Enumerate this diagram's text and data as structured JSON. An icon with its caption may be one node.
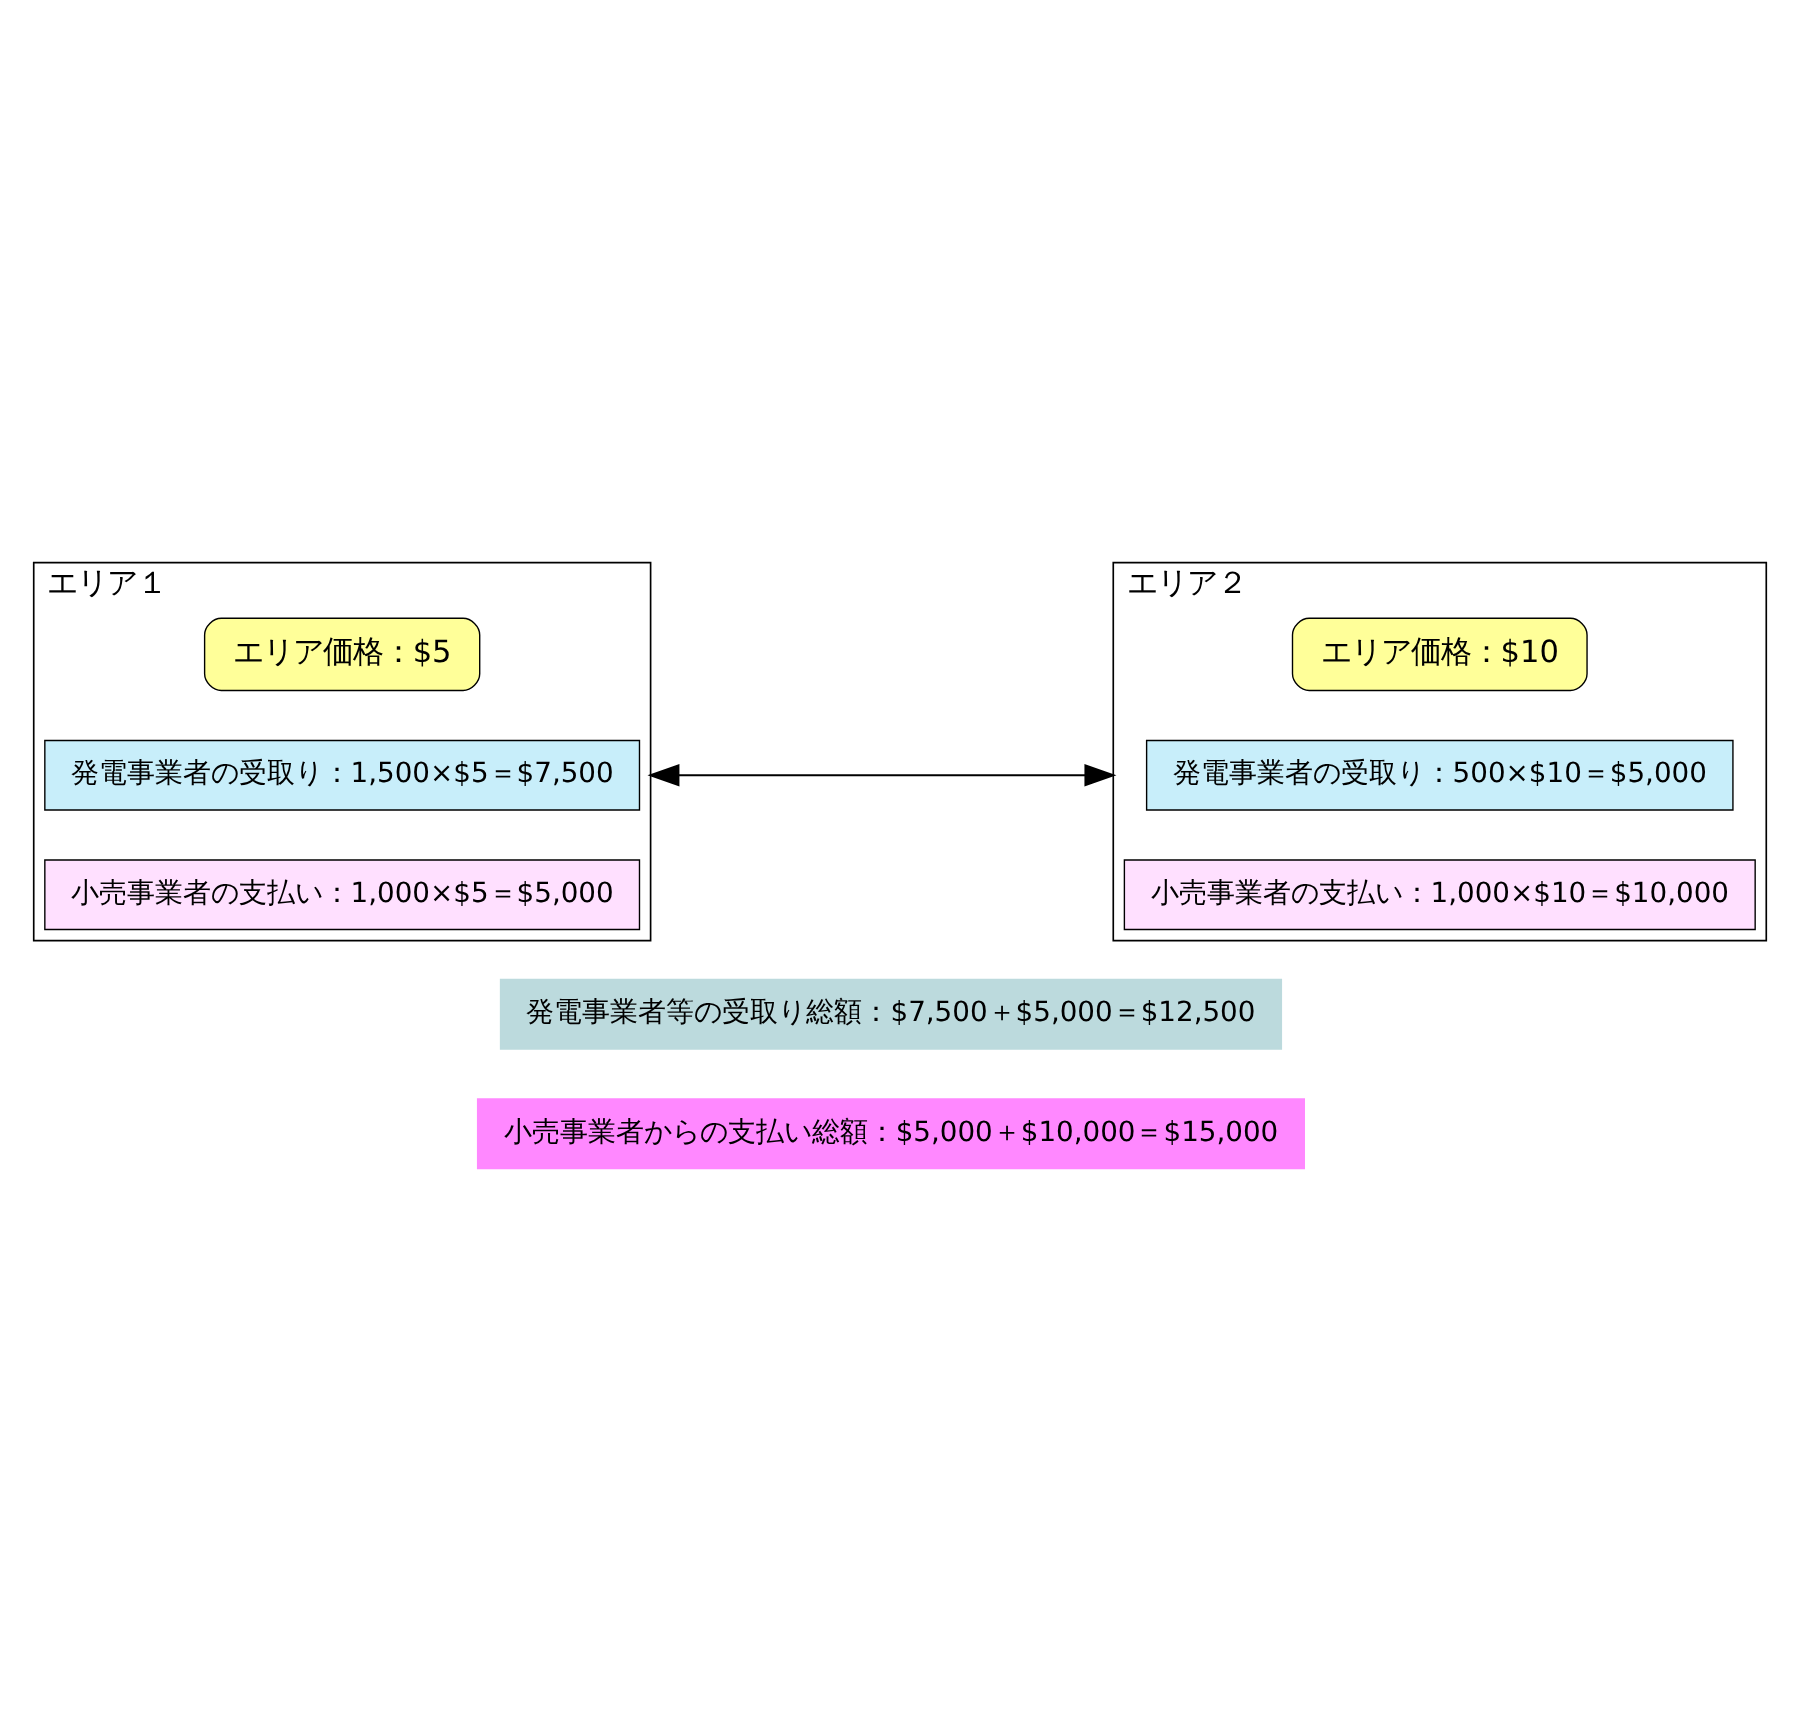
{
  "diagram": {
    "nodes": [
      {
        "text": [
          "エリア１"
        ],
        "beside": [
          "エリア価格：$5"
        ]
      },
      {
        "text": [
          "発電事業者の受取り：1,500×$5＝$7,500"
        ],
        "in": 0
      },
      {
        "text": [
          "小売事業者の支払い：1,000×$5＝$5,000"
        ],
        "in": 0
      },
      {
        "text": [
          "エリア２"
        ],
        "beside": [
          "エリア価格：$10"
        ]
      },
      {
        "text": [
          "発電事業者の受取り：500×$10＝$5,000"
        ],
        "in": 3
      },
      {
        "text": [
          "小売事業者の支払い：1,000×$10＝$10,000"
        ],
        "in": 3
      },
      {
        "text": [
          "発電事業者等の受取り総額：$7,500＋$5,000＝$12,500"
        ]
      },
      {
        "text": [
          "小売事業者からの支払い総額：$5,000＋$10,000＝$15,000"
        ]
      }
    ],
    "edges": [
      {
        "from": 0,
        "to": 3,
        "arrow": "both"
      }
    ]
  }
}
